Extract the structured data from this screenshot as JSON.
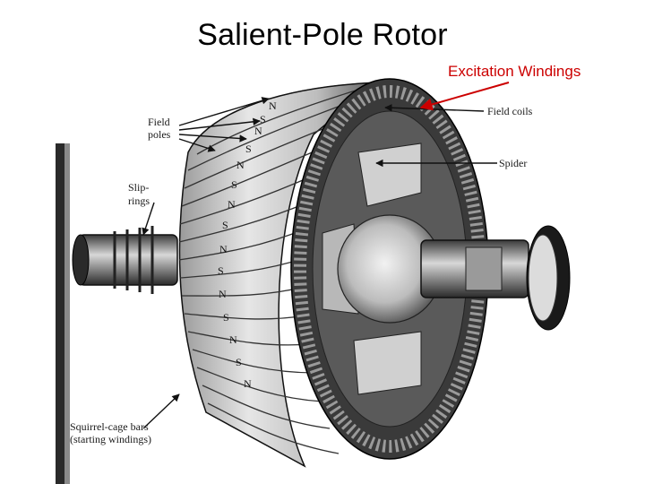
{
  "slide": {
    "title": "Salient-Pole Rotor",
    "callout": "Excitation Windings"
  },
  "figure": {
    "labels": {
      "field_poles_line1": "Field",
      "field_poles_line2": "poles",
      "slip_rings_line1": "Slip-",
      "slip_rings_line2": "rings",
      "field_coils": "Field coils",
      "spider": "Spider",
      "squirrel_cage_line1": "Squirrel-cage bars",
      "squirrel_cage_line2": "(starting windings)"
    },
    "pole_sequence": [
      "N",
      "S",
      "N",
      "S",
      "N",
      "S",
      "N",
      "S",
      "N",
      "S",
      "N",
      "S",
      "N",
      "S",
      "N"
    ]
  },
  "colors": {
    "callout_text": "#cc0000",
    "callout_arrow": "#cc0000",
    "title_text": "#000000"
  }
}
